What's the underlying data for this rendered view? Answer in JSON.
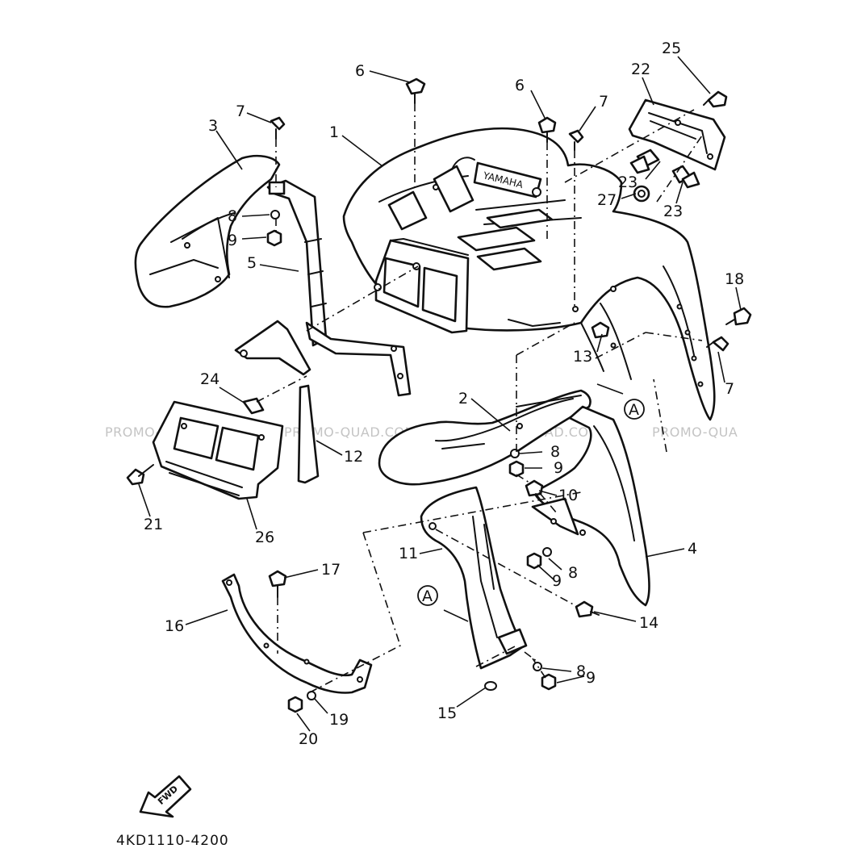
{
  "diagram_code": "4KD1110-4200",
  "fwd_arrow_label": "FWD",
  "emblem_text": "YAMAHA",
  "watermarks": [
    "PROMO-QUAD.COM",
    "PROMO-QUAD.COM",
    "PROMO-QUAD.COM",
    "PROMO-QUA"
  ],
  "callouts": [
    {
      "id": "c-1",
      "label": "1"
    },
    {
      "id": "c-2",
      "label": "2"
    },
    {
      "id": "c-3",
      "label": "3"
    },
    {
      "id": "c-4",
      "label": "4"
    },
    {
      "id": "c-5",
      "label": "5"
    },
    {
      "id": "c-6a",
      "label": "6"
    },
    {
      "id": "c-6b",
      "label": "6"
    },
    {
      "id": "c-7a",
      "label": "7"
    },
    {
      "id": "c-7b",
      "label": "7"
    },
    {
      "id": "c-7c",
      "label": "7"
    },
    {
      "id": "c-8a",
      "label": "8"
    },
    {
      "id": "c-8b",
      "label": "8"
    },
    {
      "id": "c-8c",
      "label": "8"
    },
    {
      "id": "c-8d",
      "label": "8"
    },
    {
      "id": "c-9a",
      "label": "9"
    },
    {
      "id": "c-9b",
      "label": "9"
    },
    {
      "id": "c-9c",
      "label": "9"
    },
    {
      "id": "c-9d",
      "label": "9"
    },
    {
      "id": "c-10",
      "label": "10"
    },
    {
      "id": "c-11",
      "label": "11"
    },
    {
      "id": "c-12",
      "label": "12"
    },
    {
      "id": "c-13",
      "label": "13"
    },
    {
      "id": "c-14",
      "label": "14"
    },
    {
      "id": "c-15",
      "label": "15"
    },
    {
      "id": "c-16",
      "label": "16"
    },
    {
      "id": "c-17",
      "label": "17"
    },
    {
      "id": "c-18",
      "label": "18"
    },
    {
      "id": "c-19",
      "label": "19"
    },
    {
      "id": "c-20",
      "label": "20"
    },
    {
      "id": "c-21",
      "label": "21"
    },
    {
      "id": "c-22",
      "label": "22"
    },
    {
      "id": "c-23a",
      "label": "23"
    },
    {
      "id": "c-23b",
      "label": "23"
    },
    {
      "id": "c-24",
      "label": "24"
    },
    {
      "id": "c-25",
      "label": "25"
    },
    {
      "id": "c-26",
      "label": "26"
    },
    {
      "id": "c-27",
      "label": "27"
    },
    {
      "id": "ref-a1",
      "label": "A"
    },
    {
      "id": "ref-a2",
      "label": "A"
    }
  ]
}
